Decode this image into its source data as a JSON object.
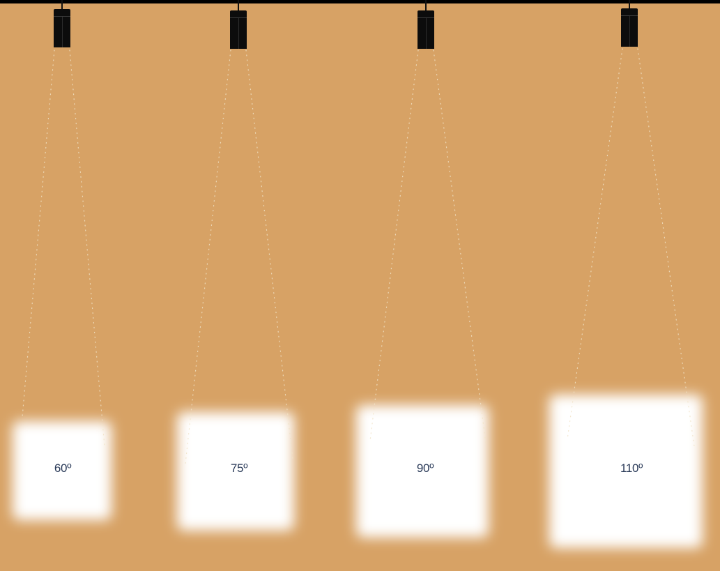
{
  "colors": {
    "background": "#d7a265",
    "ceiling": "#000000",
    "fixture": "#0c0c0c",
    "light": "#ffffff",
    "label_text": "#2a3a58",
    "beam_dots": "#f1e3c7"
  },
  "fixtures": [
    {
      "id": "beam-60",
      "angle_label": "60º",
      "angle_deg": 60
    },
    {
      "id": "beam-75",
      "angle_label": "75º",
      "angle_deg": 75
    },
    {
      "id": "beam-90",
      "angle_label": "90º",
      "angle_deg": 90
    },
    {
      "id": "beam-110",
      "angle_label": "110º",
      "angle_deg": 110
    }
  ]
}
